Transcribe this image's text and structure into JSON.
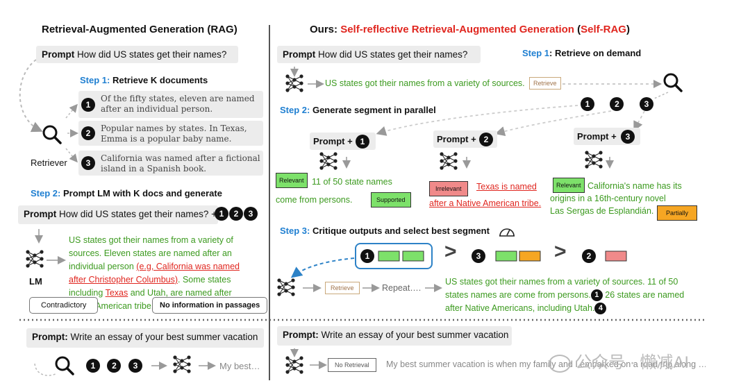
{
  "left": {
    "title": "Retrieval-Augmented Generation (RAG)",
    "prompt_label": "Prompt",
    "prompt_text": "How did US states get their names?",
    "step1_num": "Step 1:",
    "step1_text": "Retrieve K documents",
    "docs": [
      {
        "num": "1",
        "text": "Of the fifty states, eleven are named after an individual person."
      },
      {
        "num": "2",
        "text": "Popular names by states. In Texas, Emma is a popular baby name."
      },
      {
        "num": "3",
        "text": "California was named after a fictional island in a Spanish book."
      }
    ],
    "retriever_label": "Retriever",
    "step2_num": "Step 2:",
    "step2_text": "Prompt LM with K docs and generate",
    "prompt2_text": "How did US states get their names? +",
    "lm_label": "LM",
    "gen_line1": "US states got their names from a variety of",
    "gen_line2": "sources. Eleven states are named after an",
    "gen_line3a": "individual person ",
    "gen_line3b": "(e.g, California was named",
    "gen_line4a": "after Christopher Columbus)",
    "gen_line4b": ". Some states",
    "gen_line5a": "including ",
    "gen_line5b": "Texas",
    "gen_line5c": " and Utah, are named after",
    "gen_line6": "Native American tribe.",
    "callout_contradictory": "Contradictory",
    "callout_noinfo": "No information in passages",
    "bottom_prompt_label": "Prompt:",
    "bottom_prompt_text": "Write an essay of your best summer vacation",
    "bottom_output": "My best…"
  },
  "right": {
    "title_prefix": "Ours: ",
    "title_main": "Self-reflective Retrieval-Augmented Generation",
    "title_paren_open": " (",
    "title_abbr": "Self-RAG",
    "title_paren_close": ")",
    "prompt_label": "Prompt",
    "prompt_text": "How did US states get their names?",
    "step1_num": "Step 1",
    "step1_text": ": Retrieve on demand",
    "output_text": "US states got their names from a variety of sources.",
    "retrieve_tag": "Retrieve",
    "step2_num": "Step 2:",
    "step2_text": "Generate segment in parallel",
    "nums": [
      "1",
      "2",
      "3"
    ],
    "prompt_plus": "Prompt +",
    "seg1": {
      "tag_relevant": "Relevant",
      "line1": "11 of 50 state names",
      "line2": "come from persons.",
      "tag_supported": "Supported"
    },
    "seg2": {
      "tag_irrelevant": "Irrelevant",
      "line1": "Texas is named",
      "line2": "after a Native American tribe."
    },
    "seg3": {
      "tag_relevant": "Relevant",
      "line1": "California's name has its",
      "line2": "origins in a 16th-century novel",
      "line3": "Las Sergas de Esplandián.",
      "tag_partially": "Partially"
    },
    "step3_num": "Step 3:",
    "step3_text": "Critique outputs and select best segment",
    "gt": ">",
    "repeat_text": "Repeat….",
    "final_line1": "US states got their names from a variety of sources. 11 of 50",
    "final_line2a": "states names are come from persons.",
    "final_line2b": " 26 states are named",
    "final_line3a": "after Native Americans, including Utah.",
    "final_num4": "4",
    "bottom_prompt_label": "Prompt:",
    "bottom_prompt_text": "Write an essay of your best summer vacation",
    "no_retrieval_tag": "No Retrieval",
    "bottom_output": "My best summer vacation is when my family and I embarked on a road trip along …"
  },
  "watermark": "公众号 · 懒减AI",
  "colors": {
    "red": "#e0261f",
    "blue": "#1f7fd1",
    "green": "#3c9a1f",
    "relevant": "#7de16a",
    "irrelevant": "#f08a8a",
    "partially": "#f6a623"
  }
}
